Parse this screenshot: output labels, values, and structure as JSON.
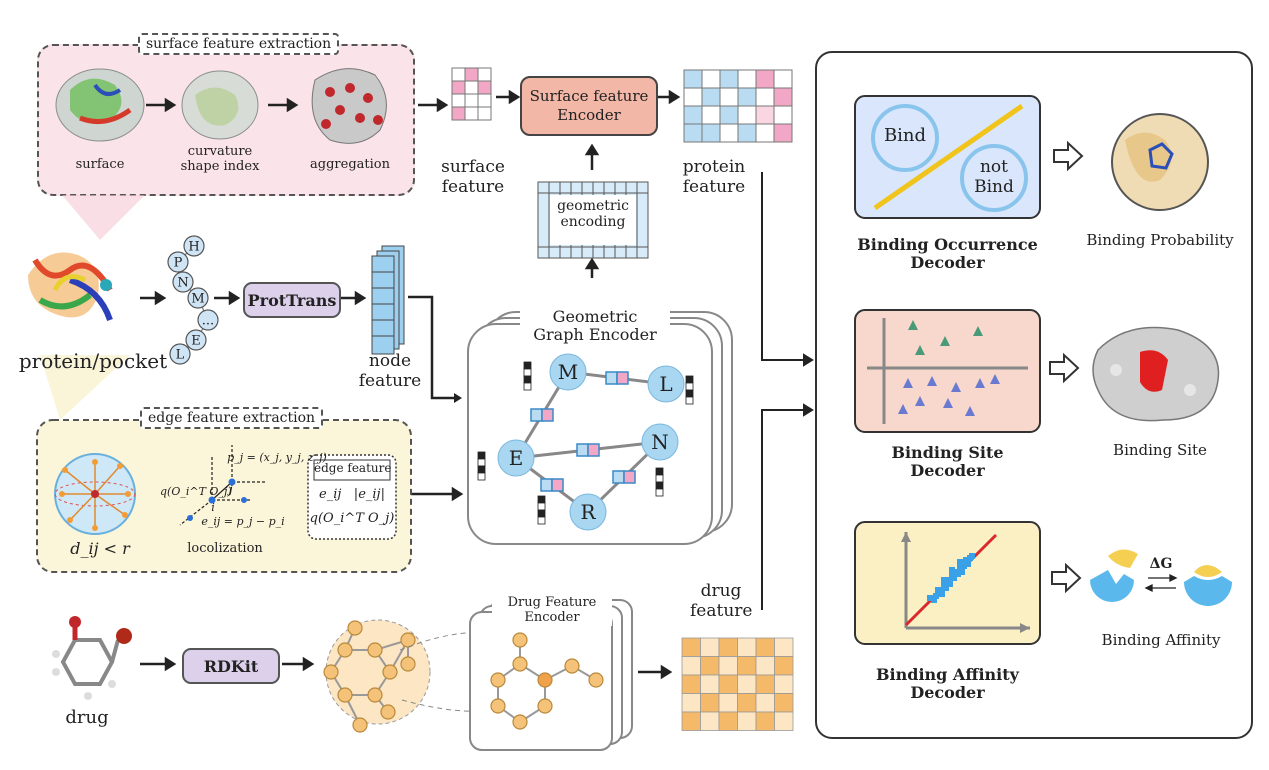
{
  "surface_section": {
    "title": "surface feature extraction",
    "steps": [
      "surface",
      "curvature\nshape index",
      "aggregation"
    ],
    "output_label": "surface\nfeature"
  },
  "surface_encoder": {
    "label": "Surface feature\nEncoder"
  },
  "geometric_encoding": {
    "label": "geometric\nencoding"
  },
  "protein_feature": {
    "label": "protein\nfeature"
  },
  "protein_input": {
    "label": "protein/pocket",
    "residues": [
      "H",
      "P",
      "N",
      "M",
      "...",
      "E",
      "L"
    ]
  },
  "prottrans": {
    "label": "ProtTrans"
  },
  "node_feature": {
    "label": "node\nfeature"
  },
  "geometric_graph_encoder": {
    "title": "Geometric\nGraph Encoder",
    "nodes": [
      "M",
      "L",
      "E",
      "N",
      "R"
    ]
  },
  "edge_section": {
    "title": "edge feature extraction",
    "condition": "d_ij < r",
    "localization_label": "locolization",
    "pj_label": "p_j = (x_j, y_j, z_j)",
    "q_label": "q(O_i^T O_j)",
    "eij_label": "e_ij = p_j − p_i",
    "i_label": "i",
    "j_label": "j",
    "feature_box_title": "edge feature",
    "feature_box_line1": "e_ij   |e_ij|",
    "feature_box_line2": "q(O_i^T O_j)"
  },
  "drug_input": {
    "label": "drug"
  },
  "rdkit": {
    "label": "RDKit"
  },
  "drug_encoder": {
    "title": "Drug Feature\nEncoder"
  },
  "drug_feature": {
    "label": "drug\nfeature"
  },
  "decoders": [
    {
      "name": "Binding Occurrence\nDecoder",
      "output": "Binding Probability",
      "panel_color": "#d9e6fb",
      "circle_labels": [
        "Bind",
        "not\nBind"
      ]
    },
    {
      "name": "Binding Site\nDecoder",
      "output": "Binding Site",
      "panel_color": "#f8d8cc"
    },
    {
      "name": "Binding Affinity\nDecoder",
      "output": "Binding Affinity",
      "panel_color": "#fbf0c4",
      "delta_label": "ΔG"
    }
  ],
  "colors": {
    "pink": "#f2a7c6",
    "blue": "#b9dcf2",
    "orange": "#f5b96a",
    "light_orange": "#fde6c4",
    "lavender": "#ddd0ea",
    "surface_panel": "#fbe3ea",
    "edge_panel": "#fbf6d9",
    "node_blue": "#a9d6f1",
    "red": "#e02020"
  }
}
